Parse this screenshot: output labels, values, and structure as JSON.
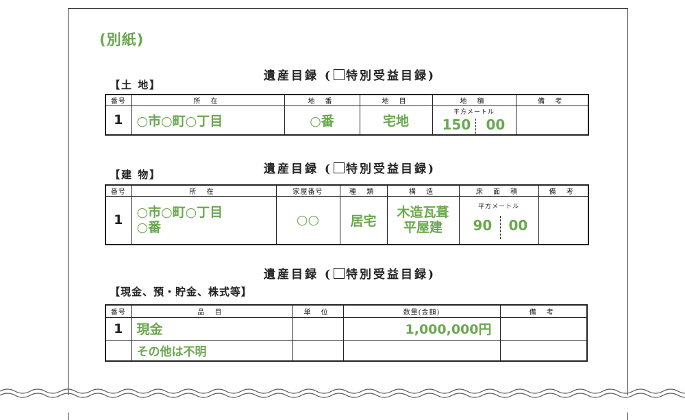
{
  "page_label": "(別紙)",
  "box_glyph": "□",
  "sections": {
    "land": {
      "title_pre": "遺産目録 (",
      "title_post": "特別受益目録)",
      "label": "【土 地】",
      "headers": [
        "番号",
        "所 在",
        "地 番",
        "地 目",
        "地 積",
        "備 考"
      ],
      "row": {
        "no": "1",
        "location": "○市○町○丁目",
        "chiban": "○番",
        "chimoku": "宅地",
        "area_unit": "平方メートル",
        "area_int": "150",
        "area_dec": "00",
        "note": ""
      }
    },
    "building": {
      "title_pre": "遺産目録 (",
      "title_post": "特別受益目録)",
      "label": "【建 物】",
      "headers": [
        "番号",
        "所 在",
        "家屋番号",
        "種 類",
        "構 造",
        "床 面 積",
        "備 考"
      ],
      "row": {
        "no": "1",
        "location_1": "○市○町○丁目",
        "location_2": "○番",
        "kaoku": "○○",
        "kind": "居宅",
        "structure_1": "木造瓦葺",
        "structure_2": "平屋建",
        "area_unit": "平方メートル",
        "area_int": "90",
        "area_dec": "00",
        "note": ""
      }
    },
    "cash": {
      "title_pre": "遺産目録 (",
      "title_post": "特別受益目録)",
      "label": "【現金、預・貯金、株式等】",
      "headers": [
        "番号",
        "品 目",
        "単 位",
        "数量(金額)",
        "備 考"
      ],
      "rows": [
        {
          "no": "1",
          "item": "現金",
          "unit": "",
          "amount": "1,000,000円",
          "note": ""
        },
        {
          "no": "",
          "item": "その他は不明",
          "unit": "",
          "amount": "",
          "note": ""
        }
      ]
    }
  }
}
